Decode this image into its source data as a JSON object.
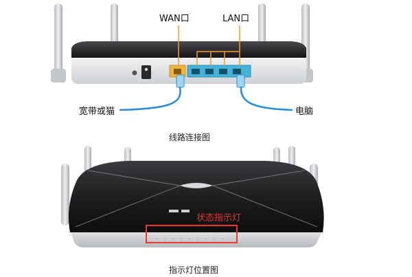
{
  "labels": {
    "wan_port": "WAN口",
    "lan_port": "LAN口",
    "broadband_modem": "宽带或猫",
    "computer": "电脑",
    "status_lights": "状态指示灯"
  },
  "captions": {
    "wiring_diagram": "线路连接图",
    "indicator_location": "指示灯位置图"
  },
  "colors": {
    "wan_port": "#f2b53c",
    "lan_port": "#45b2d8",
    "cable": "#2b8fd8",
    "highlight": "#f09b2a",
    "status_box": "#e83a2c",
    "router_body": "#1c1c1e"
  }
}
